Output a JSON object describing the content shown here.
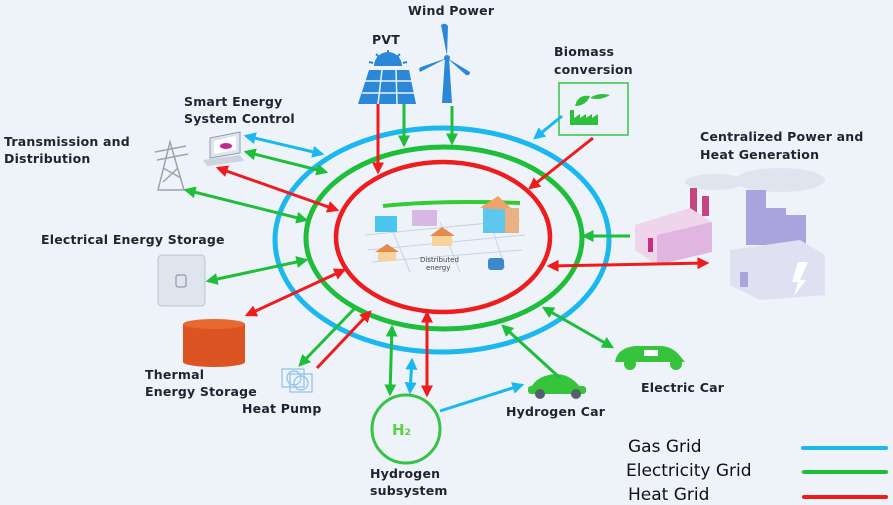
{
  "colors": {
    "gas": "#1ab8ef",
    "electricity": "#1fbe3a",
    "heat": "#ee1c1c",
    "background": "#eef2f9"
  },
  "labels": {
    "wind_power": "Wind Power",
    "pvt": "PVT",
    "biomass_line1": "Biomass",
    "biomass_line2": "conversion",
    "smart_line1": "Smart Energy",
    "smart_line2": "System Control",
    "transmission_line1": "Transmission and",
    "transmission_line2": "Distribution",
    "centralized_line1": "Centralized Power and",
    "centralized_line2": "Heat Generation",
    "electrical_storage": "Electrical Energy Storage",
    "thermal_line1": "Thermal",
    "thermal_line2": "Energy Storage",
    "heat_pump": "Heat Pump",
    "hydrogen_line1": "Hydrogen",
    "hydrogen_line2": "subsystem",
    "hydrogen_car": "Hydrogen Car",
    "electric_car": "Electric Car",
    "h2_symbol": "H₂",
    "distributed_line1": "Distributed",
    "distributed_line2": "energy"
  },
  "legend": [
    {
      "label": "Gas Grid",
      "color": "#1ab8ef"
    },
    {
      "label": "Electricity Grid",
      "color": "#1fbe3a"
    },
    {
      "label": "Heat Grid",
      "color": "#ee1c1c"
    }
  ]
}
